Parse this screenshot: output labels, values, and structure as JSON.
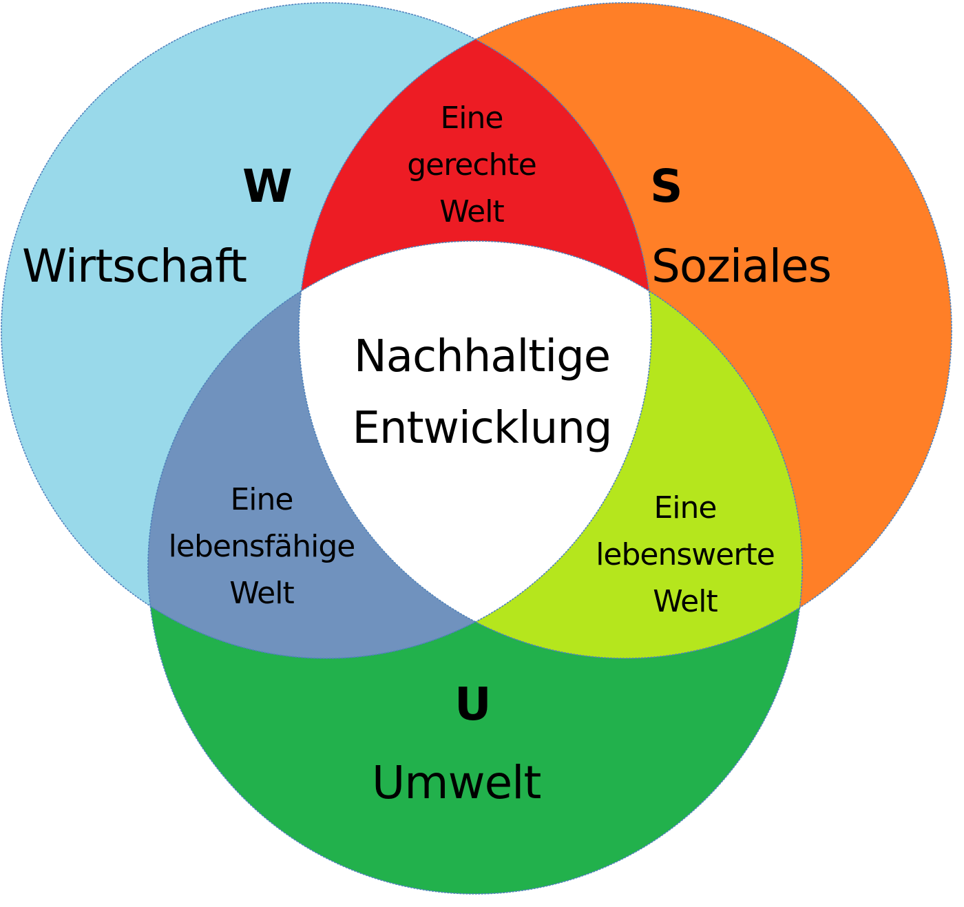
{
  "diagram": {
    "type": "venn",
    "sets": {
      "w": {
        "letter": "W",
        "label": "Wirtschaft",
        "color": "#99d9ea"
      },
      "s": {
        "letter": "S",
        "label": "Soziales",
        "color": "#ff7f27"
      },
      "u": {
        "letter": "U",
        "label": "Umwelt",
        "color": "#22b14c"
      }
    },
    "intersections": {
      "ws": {
        "line1": "Eine",
        "line2": "gerechte",
        "line3": "Welt",
        "color": "#ed1c24"
      },
      "wu": {
        "line1": "Eine",
        "line2": "lebensfähige",
        "line3": "Welt",
        "color": "#7092be"
      },
      "su": {
        "line1": "Eine",
        "line2": "lebenswerte",
        "line3": "Welt",
        "color": "#b5e61d"
      },
      "wsu": {
        "line1": "Nachhaltige",
        "line2": "Entwicklung",
        "color": "#ffffff"
      }
    },
    "outline_color": "#4f81bd"
  }
}
